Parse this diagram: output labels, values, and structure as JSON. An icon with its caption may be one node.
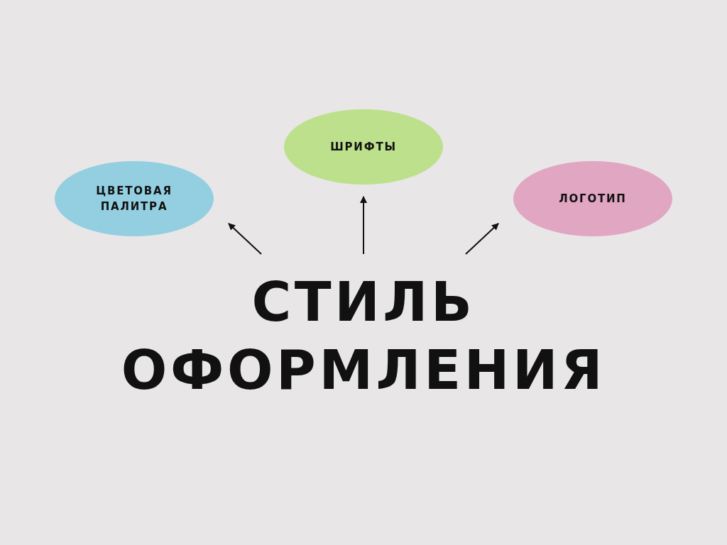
{
  "diagram": {
    "nodes": [
      {
        "text": [
          "ШРИФТЫ"
        ]
      },
      {
        "text": [
          "ЦВЕТОВАЯ ПАЛИТРА"
        ]
      },
      {
        "text": [
          "ЛОГОТИП"
        ]
      },
      {
        "text": [
          "СТИЛЬ ОФОРМЛЕНИЯ"
        ]
      }
    ],
    "edges": [
      {
        "from": 3,
        "to": 1,
        "arrow": "to"
      },
      {
        "from": 3,
        "to": 0,
        "arrow": "to"
      },
      {
        "from": 3,
        "to": 2,
        "arrow": "to"
      }
    ]
  }
}
